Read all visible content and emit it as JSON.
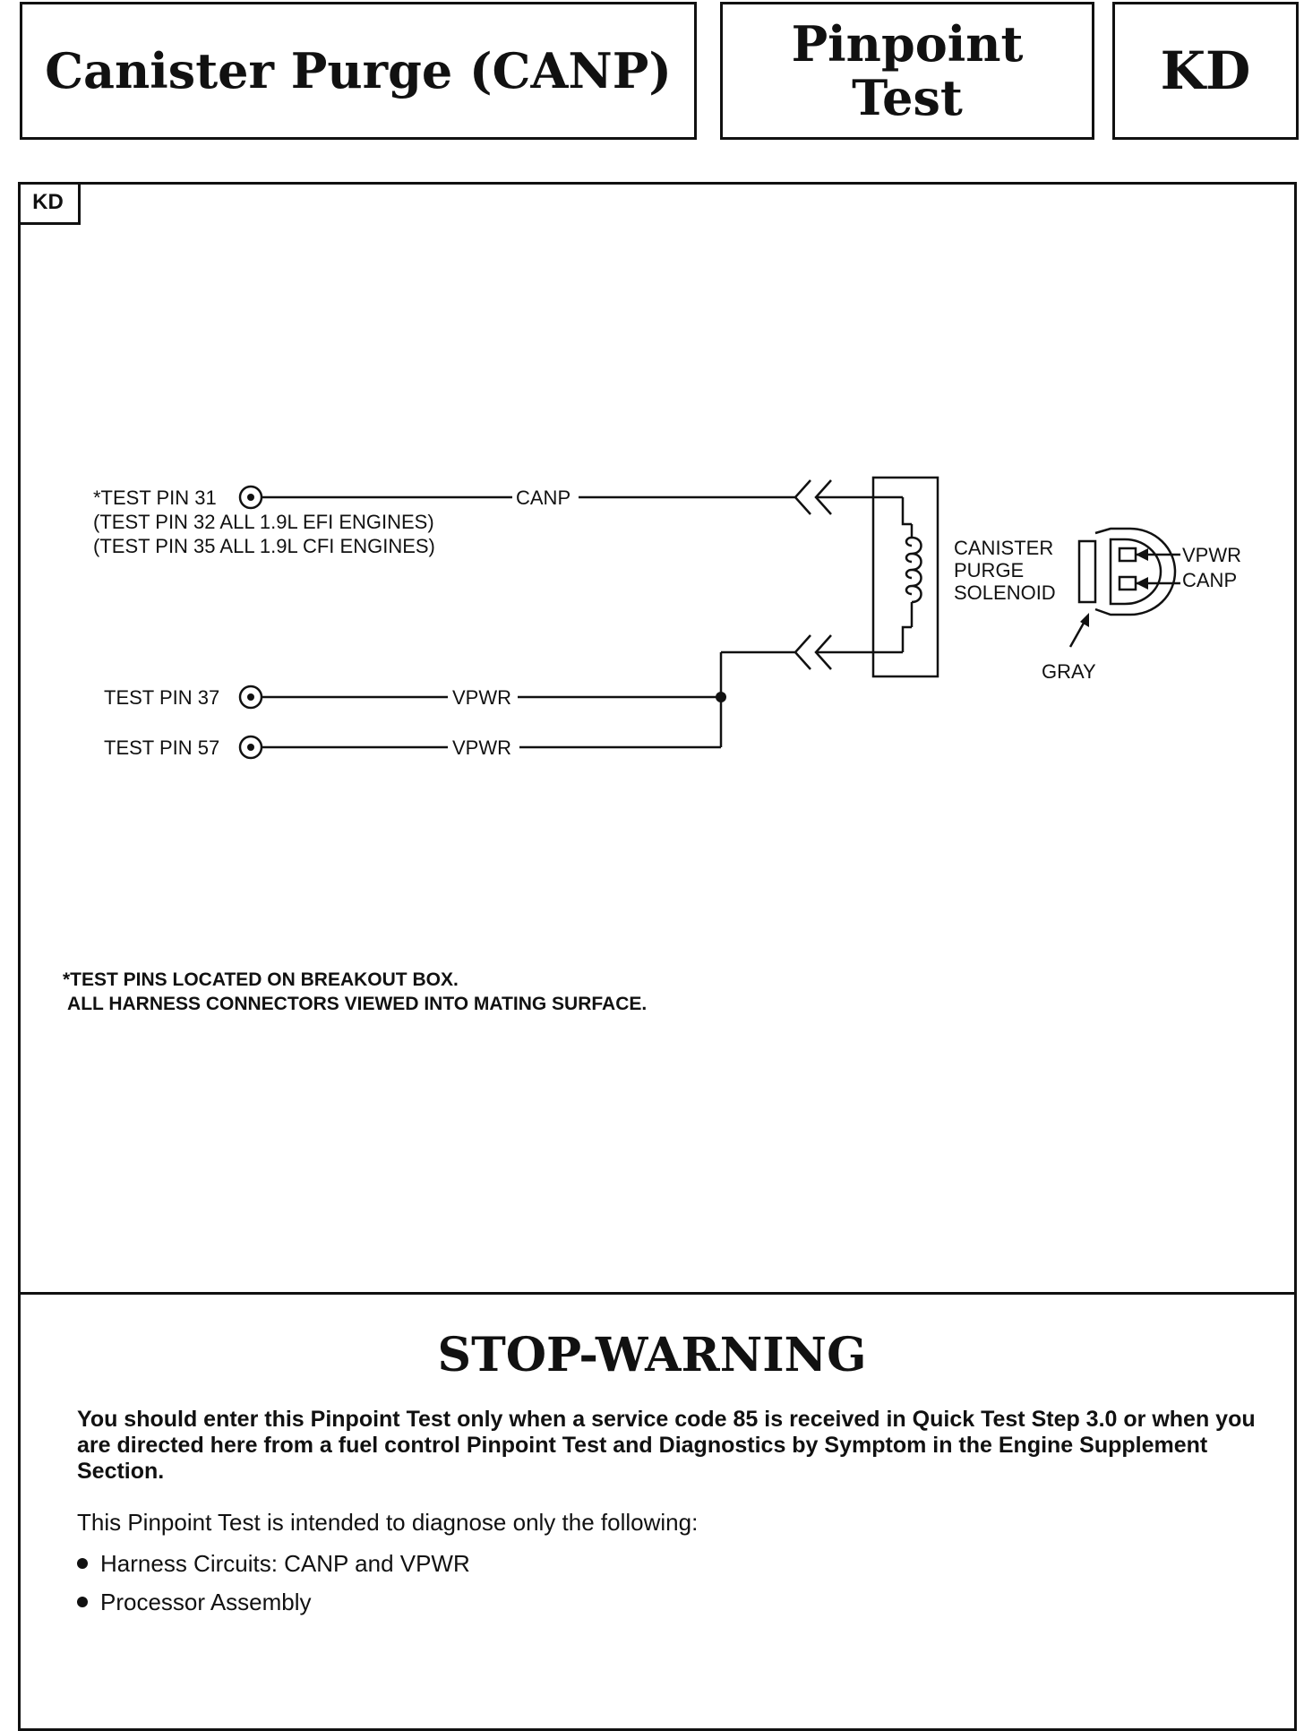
{
  "header": {
    "title": "Canister Purge (CANP)",
    "section_line1": "Pinpoint",
    "section_line2": "Test",
    "code": "KD"
  },
  "panel": {
    "tag": "KD"
  },
  "diagram": {
    "pins": [
      {
        "label": "*TEST PIN 31",
        "circuit": "CANP"
      },
      {
        "label": "TEST PIN 37",
        "circuit": "VPWR"
      },
      {
        "label": "TEST PIN 57",
        "circuit": "VPWR"
      }
    ],
    "pin31_notes": [
      "(TEST PIN 32 ALL 1.9L EFI ENGINES)",
      "(TEST PIN 35 ALL 1.9L CFI ENGINES)"
    ],
    "component_lines": [
      "CANISTER",
      "PURGE",
      "SOLENOID"
    ],
    "connector_labels": {
      "top": "VPWR",
      "bottom": "CANP",
      "color": "GRAY"
    }
  },
  "footnote": {
    "line1": "*TEST PINS LOCATED ON BREAKOUT BOX.",
    "line2": " ALL HARNESS CONNECTORS VIEWED INTO MATING SURFACE."
  },
  "warning": {
    "title": "STOP-WARNING",
    "bold_text": "You should enter this Pinpoint Test only when a service code 85 is received in Quick Test Step 3.0 or when you are directed here from a fuel control Pinpoint Test and Diagnostics by Symptom in the Engine Supplement Section.",
    "intro": "This Pinpoint Test is intended to diagnose only the following:",
    "bullets": [
      "Harness Circuits: CANP and VPWR",
      "Processor Assembly"
    ]
  }
}
